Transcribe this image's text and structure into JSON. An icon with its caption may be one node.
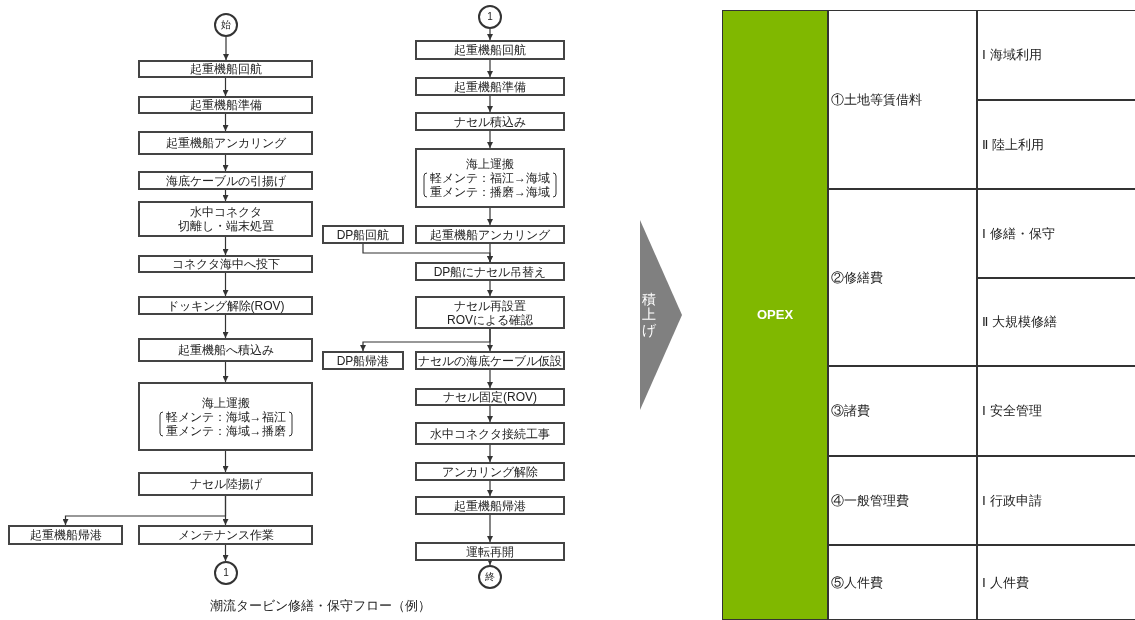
{
  "diagram": {
    "caption": "潮流タービン修繕・保守フロー（例）",
    "nodes": [
      {
        "text": [
          "始"
        ]
      },
      {
        "text": [
          "起重機船回航"
        ]
      },
      {
        "text": [
          "起重機船準備"
        ]
      },
      {
        "text": [
          "起重機船アンカリング"
        ]
      },
      {
        "text": [
          "海底ケーブルの引揚げ"
        ]
      },
      {
        "text": [
          "水中コネクタ",
          "切離し・端末処置"
        ]
      },
      {
        "text": [
          "コネクタ海中へ投下"
        ]
      },
      {
        "text": [
          "ドッキング解除(ROV)"
        ]
      },
      {
        "text": [
          "起重機船へ積込み"
        ]
      },
      {
        "text": [
          "海上運搬",
          "軽メンテ：海域→福江",
          "重メンテ：海域→播磨"
        ]
      },
      {
        "text": [
          "ナセル陸揚げ"
        ]
      },
      {
        "text": [
          "起重機船帰港"
        ]
      },
      {
        "text": [
          "メンテナンス作業"
        ]
      },
      {
        "text": [
          "1"
        ]
      },
      {
        "text": [
          "1"
        ]
      },
      {
        "text": [
          "起重機船回航"
        ]
      },
      {
        "text": [
          "起重機船準備"
        ]
      },
      {
        "text": [
          "ナセル積込み"
        ]
      },
      {
        "text": [
          "海上運搬",
          "軽メンテ：福江→海域",
          "重メンテ：播磨→海域"
        ]
      },
      {
        "text": [
          "DP船回航"
        ]
      },
      {
        "text": [
          "起重機船アンカリング"
        ]
      },
      {
        "text": [
          "DP船にナセル吊替え"
        ]
      },
      {
        "text": [
          "ナセル再設置",
          "ROVによる確認"
        ]
      },
      {
        "text": [
          "DP船帰港"
        ]
      },
      {
        "text": [
          "ナセルの海底ケーブル仮設"
        ]
      },
      {
        "text": [
          "ナセル固定(ROV)"
        ]
      },
      {
        "text": [
          "水中コネクタ接続工事"
        ]
      },
      {
        "text": [
          "アンカリング解除"
        ]
      },
      {
        "text": [
          "起重機船帰港"
        ]
      },
      {
        "text": [
          "運転再開"
        ]
      },
      {
        "text": [
          "終"
        ]
      },
      {
        "text": [
          "積上げ"
        ]
      },
      {
        "text": [
          "OPEX"
        ]
      }
    ],
    "edges": [
      {
        "from": 0,
        "to": 1,
        "arrow": "to"
      },
      {
        "from": 1,
        "to": 2,
        "arrow": "to"
      },
      {
        "from": 2,
        "to": 3,
        "arrow": "to"
      },
      {
        "from": 3,
        "to": 4,
        "arrow": "to"
      },
      {
        "from": 4,
        "to": 5,
        "arrow": "to"
      },
      {
        "from": 5,
        "to": 6,
        "arrow": "to"
      },
      {
        "from": 6,
        "to": 7,
        "arrow": "to"
      },
      {
        "from": 7,
        "to": 8,
        "arrow": "to"
      },
      {
        "from": 8,
        "to": 9,
        "arrow": "to"
      },
      {
        "from": 9,
        "to": 10,
        "arrow": "to"
      },
      {
        "from": 10,
        "to": 11,
        "arrow": "to"
      },
      {
        "from": 10,
        "to": 12,
        "arrow": "to"
      },
      {
        "from": 12,
        "to": 13,
        "arrow": "to"
      },
      {
        "from": 14,
        "to": 15,
        "arrow": "to"
      },
      {
        "from": 15,
        "to": 16,
        "arrow": "to"
      },
      {
        "from": 16,
        "to": 17,
        "arrow": "to"
      },
      {
        "from": 17,
        "to": 18,
        "arrow": "to"
      },
      {
        "from": 18,
        "to": 20,
        "arrow": "to"
      },
      {
        "from": 20,
        "to": 21,
        "arrow": "to"
      },
      {
        "from": 19,
        "to": 21,
        "arrow": "to"
      },
      {
        "from": 21,
        "to": 22,
        "arrow": "to"
      },
      {
        "from": 22,
        "to": 23,
        "arrow": "to"
      },
      {
        "from": 22,
        "to": 24,
        "arrow": "to"
      },
      {
        "from": 24,
        "to": 25,
        "arrow": "to"
      },
      {
        "from": 25,
        "to": 26,
        "arrow": "to"
      },
      {
        "from": 26,
        "to": 27,
        "arrow": "to"
      },
      {
        "from": 27,
        "to": 28,
        "arrow": "to"
      },
      {
        "from": 28,
        "to": 29,
        "arrow": "to"
      },
      {
        "from": 29,
        "to": 30,
        "arrow": "to"
      }
    ],
    "labels": [
      "①土地等賃借料",
      "Ⅰ 海域利用",
      "Ⅱ 陸上利用",
      "②修繕費",
      "Ⅰ 修繕・保守",
      "Ⅱ 大規模修繕",
      "③諸費",
      "Ⅰ 安全管理",
      "④一般管理費",
      "Ⅰ 行政申請",
      "⑤人件費",
      "Ⅰ 人件費"
    ]
  }
}
